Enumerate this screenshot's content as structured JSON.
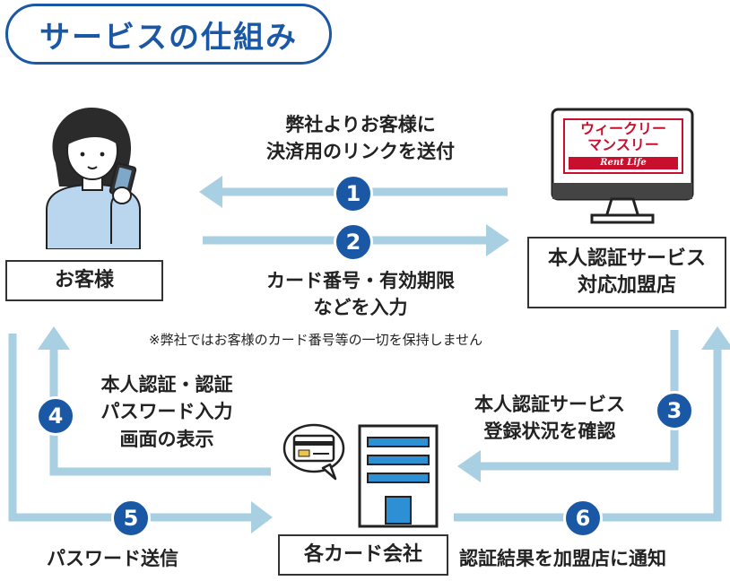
{
  "title": "サービスの仕組み",
  "nodes": {
    "customer": "お客様",
    "merchant_line1": "本人認証サービス",
    "merchant_line2": "対応加盟店",
    "card_company": "各カード会社"
  },
  "logo": {
    "line1": "ウィークリー",
    "line2": "マンスリー",
    "line3": "Rent Life"
  },
  "steps": {
    "s1": {
      "num": "1",
      "line1": "弊社よりお客様に",
      "line2": "決済用のリンクを送付"
    },
    "s2": {
      "num": "2",
      "line1": "カード番号・有効期限",
      "line2": "などを入力",
      "note": "※弊社ではお客様のカード番号等の一切を保持しません"
    },
    "s3": {
      "num": "3",
      "line1": "本人認証サービス",
      "line2": "登録状況を確認"
    },
    "s4": {
      "num": "4",
      "line1": "本人認証・認証",
      "line2": "パスワード入力",
      "line3": "画面の表示"
    },
    "s5": {
      "num": "5",
      "line1": "パスワード送信"
    },
    "s6": {
      "num": "6",
      "line1": "認証結果を加盟店に通知"
    }
  },
  "colors": {
    "accent": "#1a58a6",
    "arrow": "#a9cfe2",
    "logo_red": "#c8102e"
  }
}
